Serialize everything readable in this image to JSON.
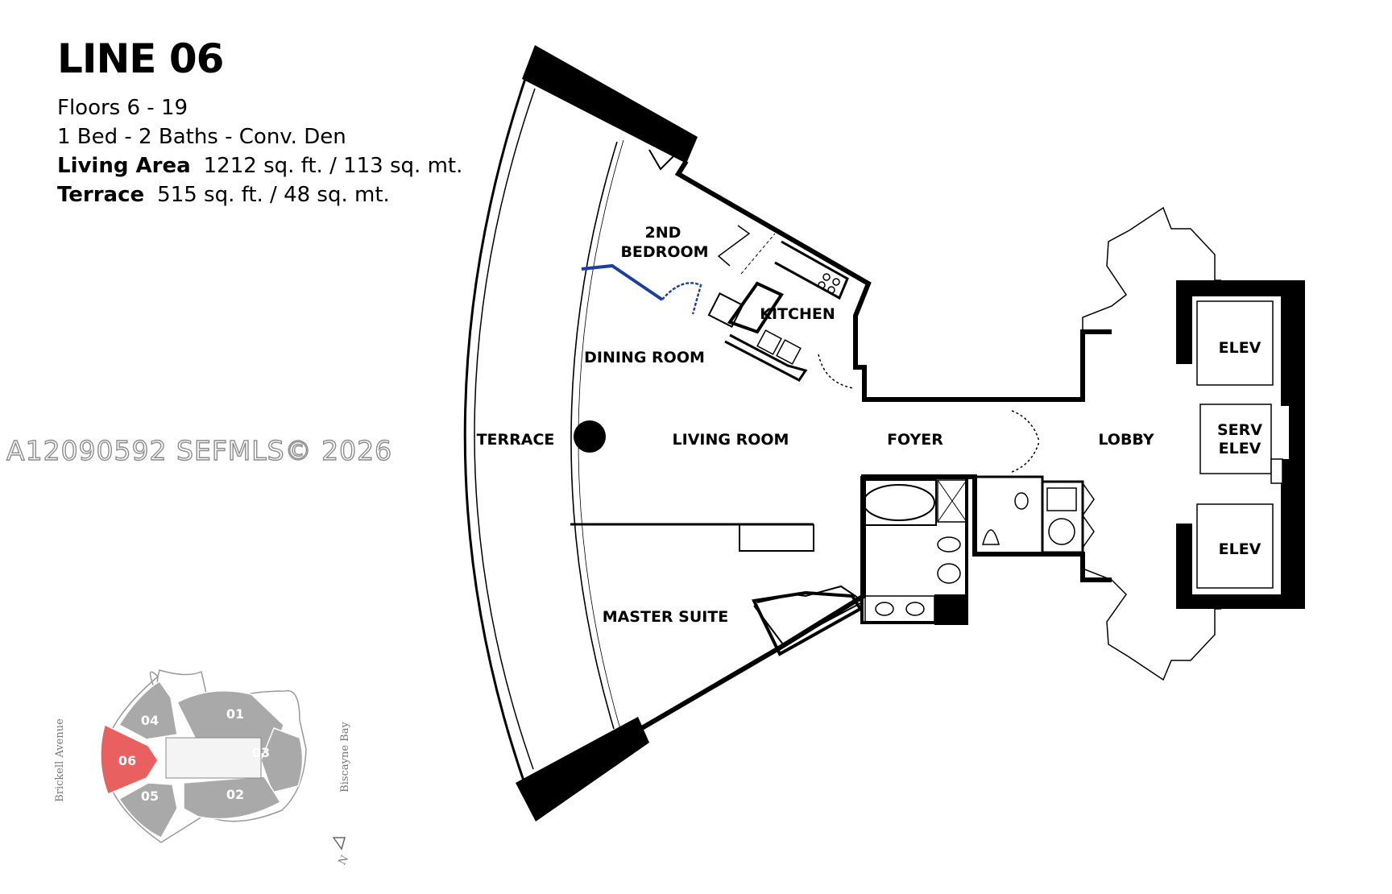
{
  "header": {
    "title": "LINE 06",
    "floors": "Floors 6 - 19",
    "layout": "1 Bed - 2 Baths - Conv. Den",
    "living_label": "Living Area",
    "living_value": "1212 sq. ft. / 113 sq. mt.",
    "terrace_label": "Terrace",
    "terrace_value": "515 sq. ft. / 48 sq. mt."
  },
  "watermark": "A12090592  SEFMLS© 2026",
  "rooms": {
    "second_bedroom_line1": "2ND",
    "second_bedroom_line2": "BEDROOM",
    "kitchen": "KITCHEN",
    "dining": "DINING ROOM",
    "terrace": "TERRACE",
    "living": "LIVING ROOM",
    "foyer": "FOYER",
    "lobby": "LOBBY",
    "master": "MASTER SUITE",
    "elev_top": "ELEV",
    "serv_line1": "SERV",
    "serv_line2": "ELEV",
    "elev_bottom": "ELEV"
  },
  "key_plan": {
    "units": [
      "04",
      "01",
      "06",
      "03",
      "05",
      "02"
    ],
    "west_street": "Brickell Avenue",
    "east_street": "Biscayne Bay",
    "north": "N",
    "highlight_color": "#e8605f",
    "unit_color": "#a9a9a9"
  }
}
